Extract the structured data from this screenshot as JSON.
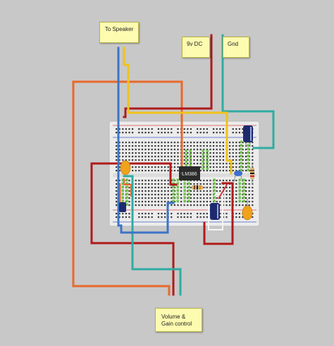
{
  "labels": {
    "to_speaker": "To Speaker",
    "power_9v": "9v DC",
    "ground": "Gnd",
    "volume_gain": "Volume & Gain control",
    "chip": "LM386"
  },
  "colors": {
    "background": "#c8c8c8",
    "breadboard": "#ececec",
    "note": "#fdfbb0",
    "wire_orange": "#e8692b",
    "wire_red": "#b01a1a",
    "wire_teal": "#30aba2",
    "wire_blue": "#3c74c6",
    "wire_yellow": "#f1c21a",
    "wire_white": "#f5f5f5",
    "capacitor_electrolytic": "#1d2a6e",
    "capacitor_tantalum": "#f0a21c",
    "jumper_green": "#6fc34a",
    "rail_red": "#e04848",
    "rail_blue": "#3b5fc9"
  }
}
